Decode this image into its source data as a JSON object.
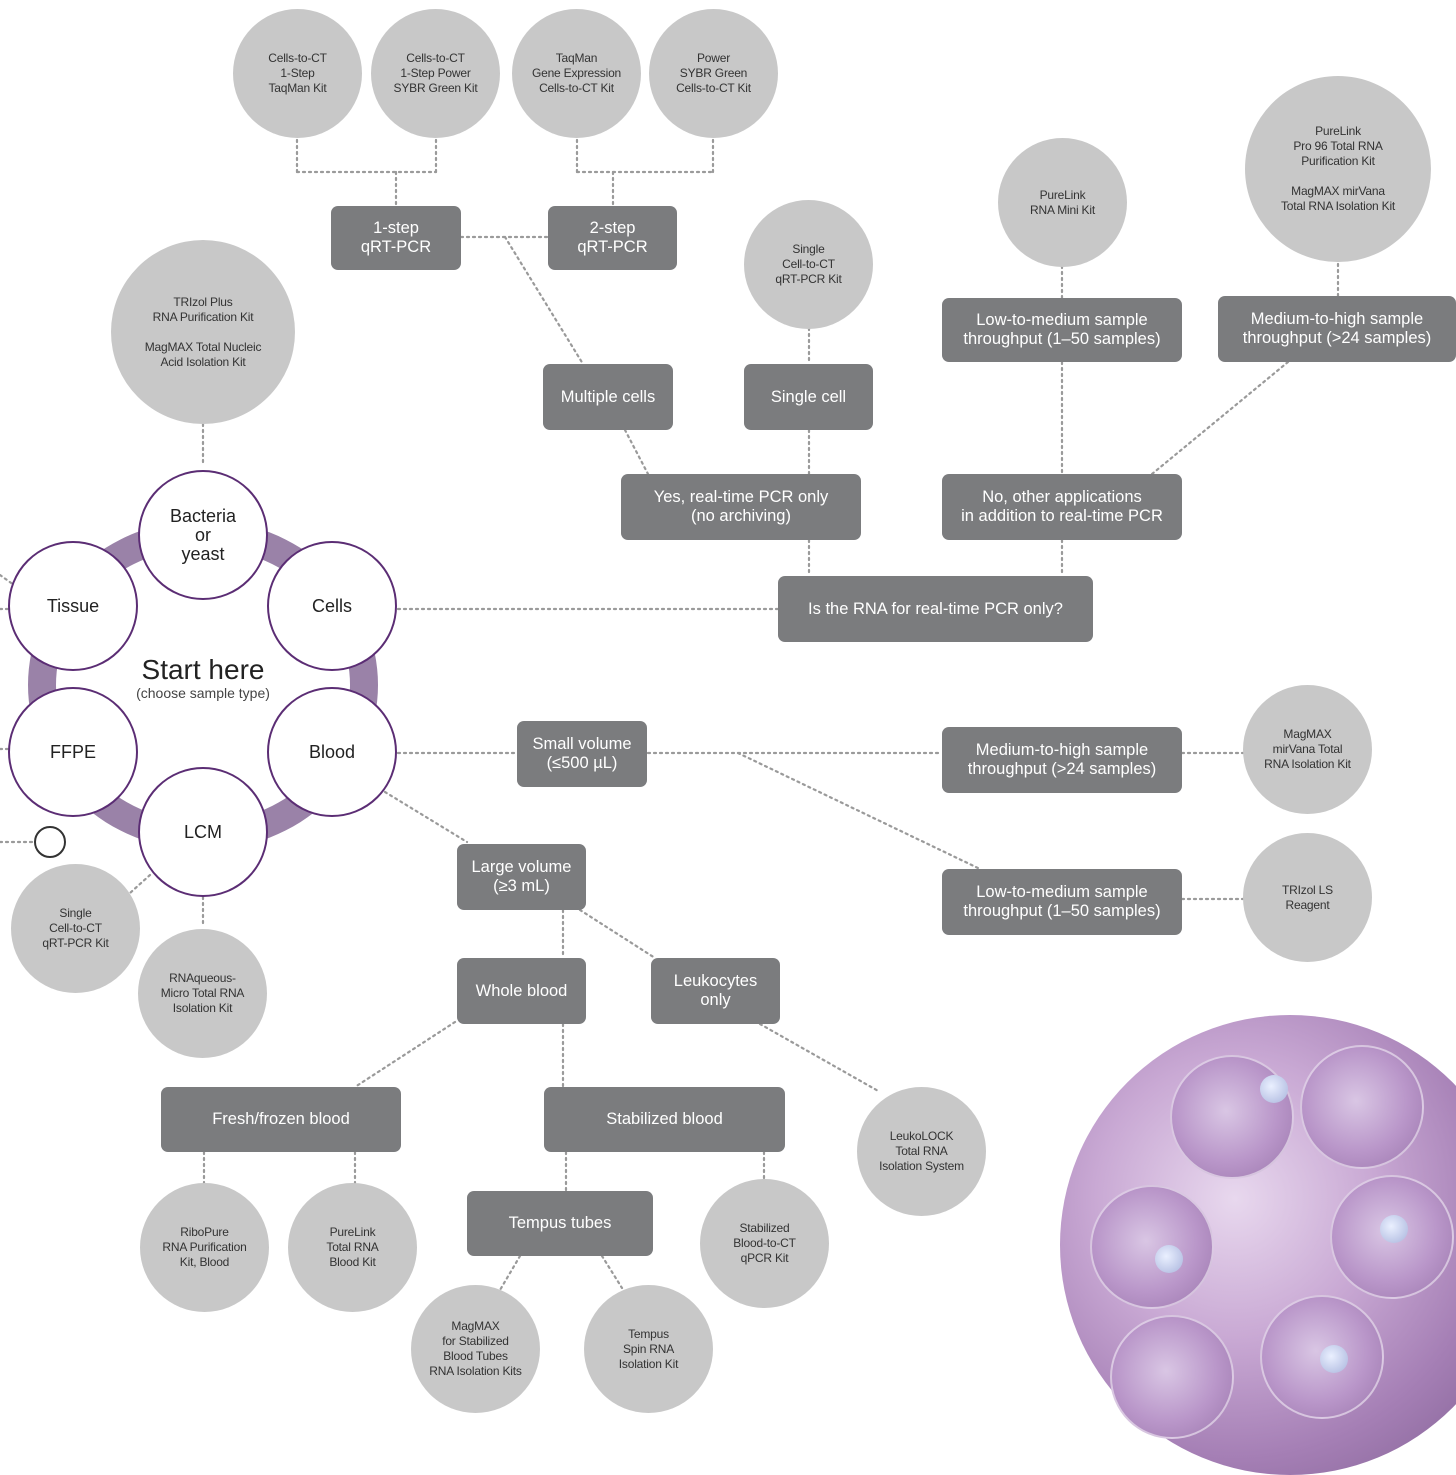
{
  "start": {
    "title": "Start here",
    "subtitle": "(choose sample type)"
  },
  "sample_types": {
    "bacteria": "Bacteria\nor\nyeast",
    "tissue": "Tissue",
    "cells": "Cells",
    "ffpe": "FFPE",
    "blood": "Blood",
    "lcm": "LCM"
  },
  "decisions": {
    "rna_question": "Is the RNA for real-time PCR only?",
    "yes_pcr": "Yes, real-time PCR only\n(no archiving)",
    "no_other": "No, other applications\nin addition to real-time PCR",
    "multiple_cells": "Multiple cells",
    "single_cell": "Single cell",
    "one_step": "1-step\nqRT-PCR",
    "two_step": "2-step\nqRT-PCR",
    "low_med_cells": "Low-to-medium sample\nthroughput (1–50 samples)",
    "med_high_cells": "Medium-to-high sample\nthroughput (>24 samples)",
    "small_volume": "Small volume\n(≤500 µL)",
    "large_volume": "Large volume\n(≥3 mL)",
    "med_high_blood": "Medium-to-high sample\nthroughput (>24 samples)",
    "low_med_blood": "Low-to-medium sample\nthroughput (1–50 samples)",
    "whole_blood": "Whole blood",
    "leukocytes": "Leukocytes\nonly",
    "fresh_frozen": "Fresh/frozen blood",
    "stabilized": "Stabilized blood",
    "tempus_tubes": "Tempus tubes"
  },
  "kits": {
    "cells_ct_1step_taqman": "Cells-to-CT\n1-Step\nTaqMan Kit",
    "cells_ct_1step_power": "Cells-to-CT\n1-Step Power\nSYBR Green Kit",
    "taqman_gene_expr": "TaqMan\nGene Expression\nCells-to-CT Kit",
    "power_sybr": "Power\nSYBR Green\nCells-to-CT Kit",
    "single_cell_ct": "Single\nCell-to-CT\nqRT-PCR Kit",
    "purelink_mini": "PureLink\nRNA Mini Kit",
    "purelink_pro96": "PureLink\nPro 96 Total RNA\nPurification Kit\n\nMagMAX mirVana\nTotal RNA Isolation Kit",
    "trizol_plus": "TRIzol Plus\nRNA Purification Kit\n\nMagMAX Total Nucleic\nAcid Isolation Kit",
    "magmax_mirvana": "MagMAX\nmirVana Total\nRNA Isolation Kit",
    "trizol_ls": "TRIzol LS\nReagent",
    "single_cell_ct_lcm": "Single\nCell-to-CT\nqRT-PCR Kit",
    "rnaqueous": "RNAqueous-\nMicro Total RNA\nIsolation Kit",
    "leukolock": "LeukoLOCK\nTotal RNA\nIsolation System",
    "ribopure": "RiboPure\nRNA Purification\nKit, Blood",
    "purelink_blood": "PureLink\nTotal RNA\nBlood Kit",
    "stabilized_ct": "Stabilized\nBlood-to-CT\nqPCR Kit",
    "magmax_stabilized": "MagMAX\nfor Stabilized\nBlood Tubes\nRNA Isolation Kits",
    "tempus_spin": "Tempus\nSpin RNA\nIsolation Kit"
  },
  "colors": {
    "ring": "#9a82a8",
    "bubble_border": "#5b2d74",
    "box": "#7b7c7e",
    "kit": "#c8c8c8"
  }
}
